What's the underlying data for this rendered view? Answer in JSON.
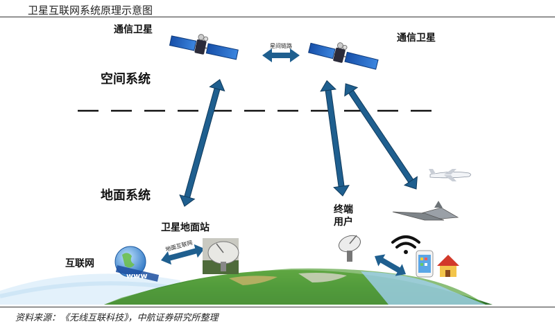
{
  "title": "卫星互联网系统原理示意图",
  "labels": {
    "satellite_left": "通信卫星",
    "satellite_right": "通信卫星",
    "space_system": "空间系统",
    "ground_system": "地面系统",
    "ground_station": "卫星地面站",
    "terminal_user_line1": "终端",
    "terminal_user_line2": "用户",
    "internet": "互联网",
    "inter_satellite_link": "星间链路",
    "ground_internet_link": "地面互联网",
    "www": "www"
  },
  "source": "资料来源：《无线互联科技》，中航证券研究所整理",
  "colors": {
    "arrow": "#1f5f8f",
    "solar_panel": "#1c5fc4",
    "earth_green": "#4c9a3a",
    "ocean_blue": "#8fc7e8"
  }
}
